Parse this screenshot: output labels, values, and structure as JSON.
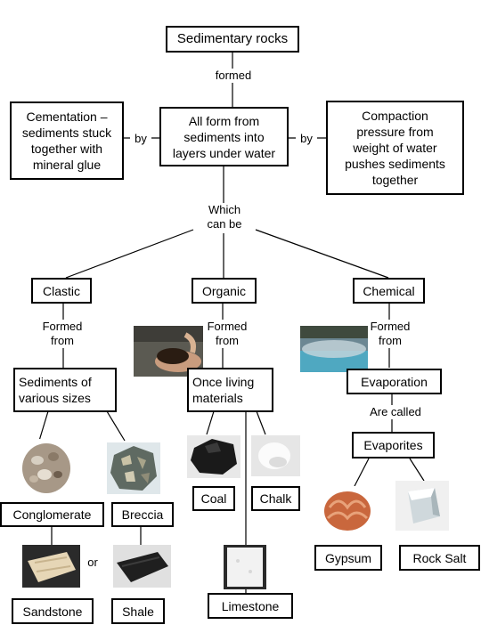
{
  "nodes": {
    "root": "Sedimentary rocks",
    "cementation": "Cementation –\nsediments stuck\ntogether with\nmineral glue",
    "center": "All form from\nsediments into\nlayers under water",
    "compaction": "Compaction\npressure from\nweight of water\npushes sediments\ntogether",
    "clastic": "Clastic",
    "organic": "Organic",
    "chemical": "Chemical",
    "sediments_sizes": "Sediments of\nvarious sizes",
    "once_living": "Once living\nmaterials",
    "evaporation": "Evaporation",
    "evaporites": "Evaporites",
    "conglomerate": "Conglomerate",
    "breccia": "Breccia",
    "sandstone": "Sandstone",
    "shale": "Shale",
    "coal": "Coal",
    "chalk": "Chalk",
    "limestone": "Limestone",
    "gypsum": "Gypsum",
    "rock_salt": "Rock Salt"
  },
  "links": {
    "formed": "formed",
    "by_left": "by",
    "by_right": "by",
    "which_can_be": "Which\ncan be",
    "formed_from_1": "Formed\nfrom",
    "formed_from_2": "Formed\nfrom",
    "formed_from_3": "Formed\nfrom",
    "are_called": "Are called",
    "or": "or"
  },
  "photos": [
    {
      "name": "organic-soil-photo",
      "subject": "organic soil in hands"
    },
    {
      "name": "chemical-hot-spring-photo",
      "subject": "steaming hot spring"
    },
    {
      "name": "conglomerate-photo",
      "subject": "conglomerate rock"
    },
    {
      "name": "breccia-photo",
      "subject": "breccia rock"
    },
    {
      "name": "sandstone-photo",
      "subject": "sandstone rock"
    },
    {
      "name": "shale-photo",
      "subject": "shale rock"
    },
    {
      "name": "coal-photo",
      "subject": "coal"
    },
    {
      "name": "chalk-photo",
      "subject": "chalk"
    },
    {
      "name": "limestone-photo",
      "subject": "limestone"
    },
    {
      "name": "gypsum-photo",
      "subject": "gypsum desert rose"
    },
    {
      "name": "rock-salt-photo",
      "subject": "rock salt crystal"
    }
  ],
  "colors": {
    "line": "#000000",
    "box_border": "#000000",
    "background": "#ffffff"
  }
}
